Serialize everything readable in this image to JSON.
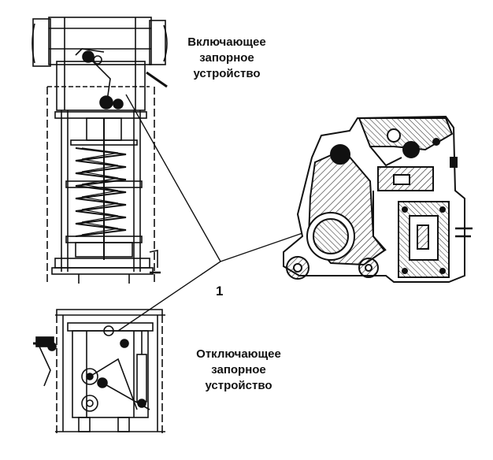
{
  "labels": {
    "closing_latch": [
      "Включающее",
      "запорное",
      "устройство"
    ],
    "opening_latch": [
      "Отключающее",
      "запорное",
      "устройство"
    ],
    "callout_number": "1"
  },
  "colors": {
    "ink": "#111111",
    "background": "#ffffff",
    "hatch": "#222222"
  }
}
